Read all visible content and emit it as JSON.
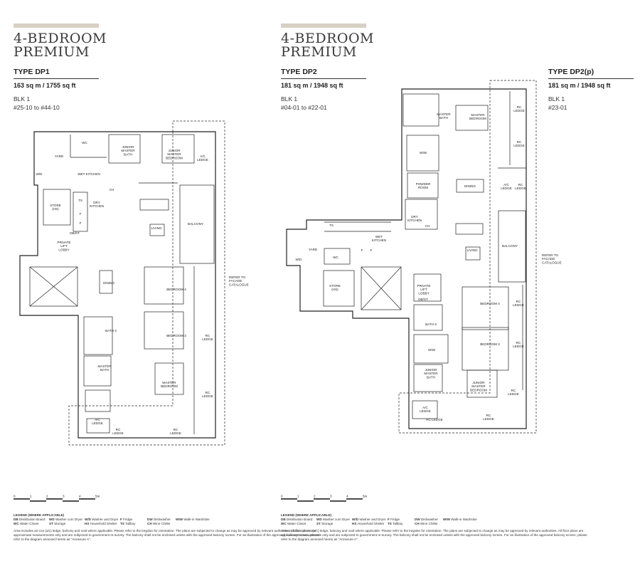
{
  "units": [
    {
      "heading_line1": "4-BEDROOM",
      "heading_line2": "PREMIUM",
      "type": "TYPE DP1",
      "area": "163 sq m / 1755 sq ft",
      "blk": "BLK 1",
      "range": "#25-10 to #44-10"
    },
    {
      "heading_line1": "4-BEDROOM",
      "heading_line2": "PREMIUM",
      "type": "TYPE DP2",
      "area": "181 sq m / 1948 sq ft",
      "blk": "BLK 1",
      "range": "#04-01 to #22-01"
    },
    {
      "type": "TYPE DP2(p)",
      "area": "181 sq m / 1948 sq ft",
      "blk": "BLK 1",
      "range": "#23-01"
    }
  ],
  "plan_dp1_labels": [
    "YARD",
    "WC",
    "JUNIOR\nMASTER\nBATH",
    "JUNIOR\nMASTER\nBEDROOM",
    "A/C\nLEDGE",
    "WET KITCHEN",
    "W/D",
    "STORE\n(HS)",
    "TS",
    "F",
    "F",
    "DRY\nKITCHEN",
    "LIVING",
    "BALCONY",
    "DB/ST",
    "PRIVATE\nLIFT\nLOBBY",
    "DINING",
    "BEDROOM 4",
    "BATH 3",
    "BEDROOM 3",
    "RC\nLEDGE",
    "MASTER\nBATH",
    "MASTER\nBEDROOM",
    "RC\nLEDGE",
    "A/C\nLEDGE",
    "RC\nLEDGE",
    "RC\nLEDGE",
    "REFER TO\nFACADE\nCATALOGUE",
    "CH"
  ],
  "plan_dp2_labels": [
    "MASTER\nBATH",
    "MASTER\nBEDROOM",
    "RC\nLEDGE",
    "RC\nLEDGE",
    "WIW",
    "POWDER\nROOM",
    "DINING",
    "A/C\nLEDGE",
    "RC\nLEDGE",
    "DRY\nKITCHEN",
    "CH",
    "TS",
    "WET\nKITCHEN",
    "YARD",
    "W/D",
    "WC",
    "F",
    "F",
    "LIVING",
    "BALCONY",
    "REFER TO\nFACADE\nCATALOGUE",
    "STORE\n(HS)",
    "PRIVATE\nLIFT\nLOBBY",
    "DB/ST",
    "BEDROOM 4",
    "RC\nLEDGE",
    "BATH 3",
    "BEDROOM 3",
    "RC\nLEDGE",
    "WIW",
    "JUNIOR\nMASTER\nBATH",
    "JUNIOR\nMASTER\nBEDROOM",
    "RC\nLEDGE",
    "A/C\nLEDGE",
    "RC LEDGE",
    "RC\nLEDGE"
  ],
  "scale": [
    "0",
    "1",
    "2",
    "3",
    "4",
    "5m"
  ],
  "legend": {
    "title": "LEGEND (WHERE APPLICABLE)",
    "items": [
      {
        "code": "DB",
        "desc": "Distribution Board"
      },
      {
        "code": "WD",
        "desc": "Washer cum Dryer"
      },
      {
        "code": "W/D",
        "desc": "Washer and Dryer"
      },
      {
        "code": "F",
        "desc": "Fridge"
      },
      {
        "code": "DW",
        "desc": "Dishwasher"
      },
      {
        "code": "WIW",
        "desc": "Walk-in Wardrobe"
      },
      {
        "code": "WC",
        "desc": "Water Closet"
      },
      {
        "code": "ST",
        "desc": "Storage"
      },
      {
        "code": "HS",
        "desc": "Household Shelter"
      },
      {
        "code": "TS",
        "desc": "Tallboy"
      },
      {
        "code": "CH",
        "desc": "Wine Chiller"
      }
    ],
    "note": "Area includes air-con (a/c) ledge, balcony and void where applicable. Please refer to the keyplan for orientation. The plans are subjected to change as may be approved by relevant authorities. All floor plans are approximate measurements only and are subjected to government re-survey. The balcony shall not be enclosed unless with the approved balcony screen. For an illustration of the approved balcony screen, please refer to the diagram annexed hereto as \"Annexure A\"."
  }
}
